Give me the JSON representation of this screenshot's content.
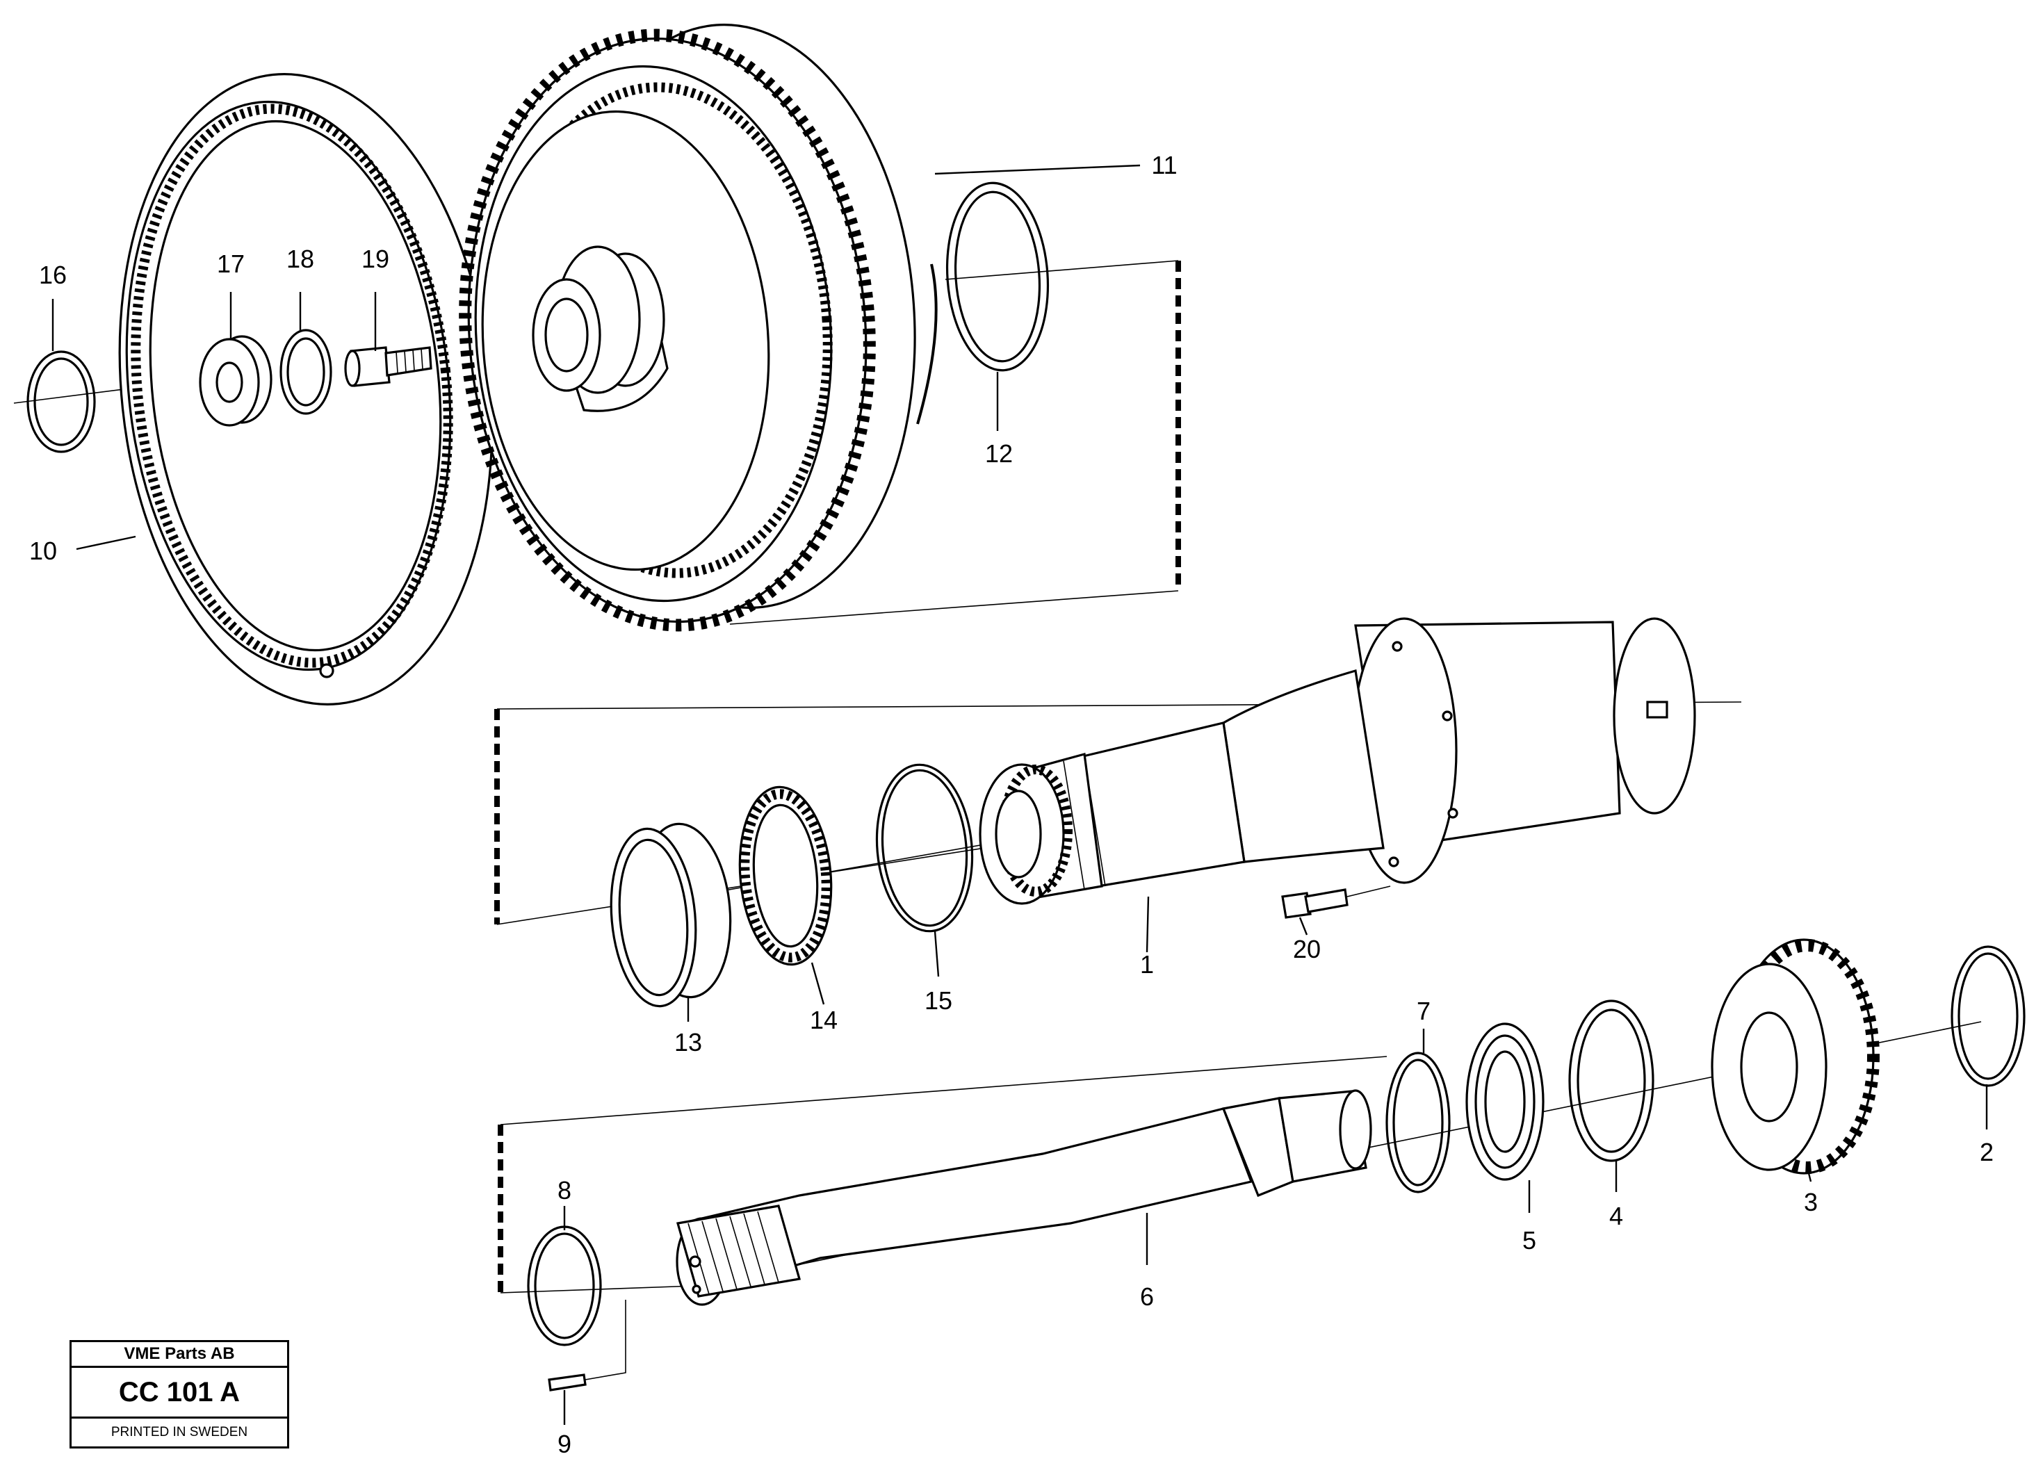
{
  "labels": {
    "p1": "1",
    "p2": "2",
    "p3": "3",
    "p4": "4",
    "p5": "5",
    "p6": "6",
    "p7": "7",
    "p8": "8",
    "p9": "9",
    "p10": "10",
    "p11": "11",
    "p12": "12",
    "p13": "13",
    "p14": "14",
    "p15": "15",
    "p16": "16",
    "p17": "17",
    "p18": "18",
    "p19": "19",
    "p20": "20"
  },
  "stamp": {
    "company": "VME Parts AB",
    "code": "CC 101 A",
    "printed": "PRINTED IN SWEDEN"
  }
}
